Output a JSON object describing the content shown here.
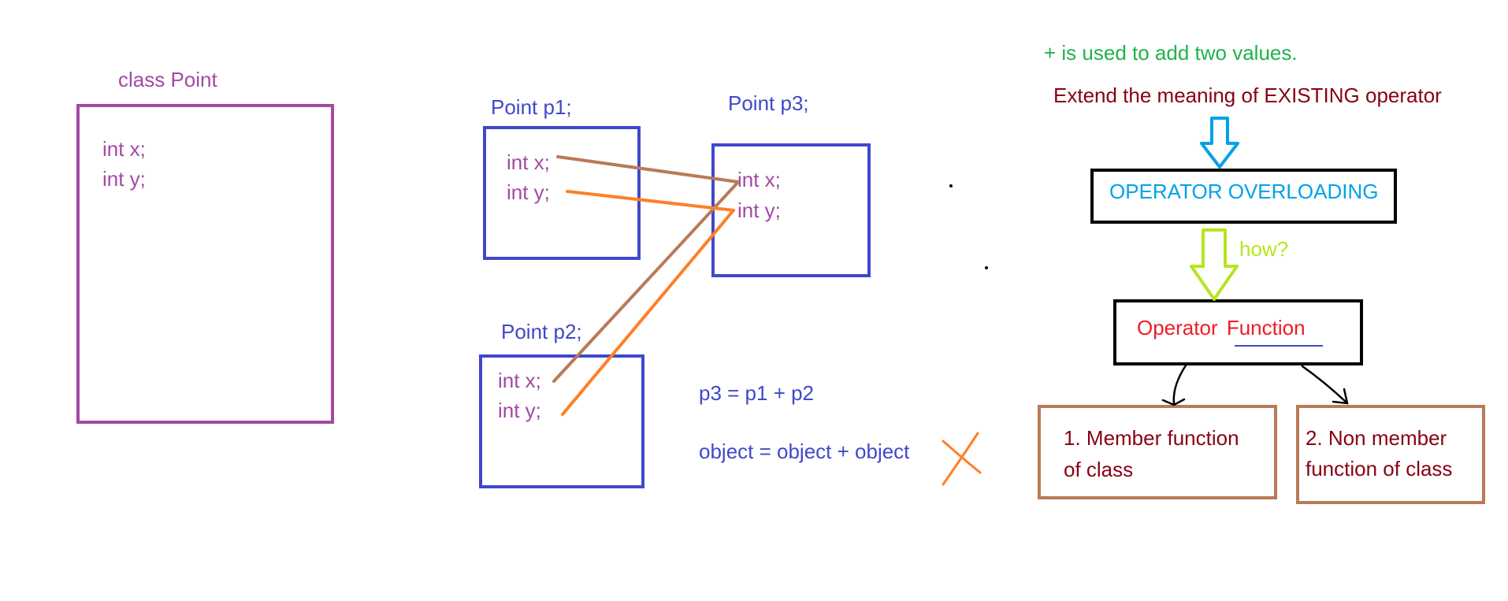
{
  "colors": {
    "purple": "#a349a4",
    "blue": "#3f48cc",
    "brown": "#b97a57",
    "orange": "#ff7f27",
    "green": "#22b14c",
    "darkred": "#880015",
    "cyan": "#00a2e8",
    "lime": "#b5e61d",
    "red": "#ed1c24",
    "black": "#000000"
  },
  "class_point": {
    "title": "class Point",
    "field_x": "int x;",
    "field_y": "int y;"
  },
  "p1": {
    "title": "Point p1;",
    "field_x": "int x;",
    "field_y": "int y;"
  },
  "p2": {
    "title": "Point p2;",
    "field_x": "int x;",
    "field_y": "int y;"
  },
  "p3": {
    "title": "Point p3;",
    "field_x": "int x;",
    "field_y": "int y;"
  },
  "expressions": {
    "sum": "p3 = p1 + p2",
    "object_sum": "object = object + object"
  },
  "flow": {
    "intro": "+ is used to add two values.",
    "extend": "Extend the meaning of EXISTING operator",
    "overloading": "OPERATOR OVERLOADING",
    "how": "how?",
    "operator_word": "Operator",
    "function_word": "Function",
    "member_line1": "1. Member function",
    "member_line2": "of class",
    "nonmember_line1": "2. Non member",
    "nonmember_line2": "function of class"
  },
  "icons": {
    "down_arrow_cyan": "hollow-down-arrow-icon",
    "down_arrow_lime": "hollow-down-arrow-icon",
    "cross": "cross-mark-icon"
  }
}
